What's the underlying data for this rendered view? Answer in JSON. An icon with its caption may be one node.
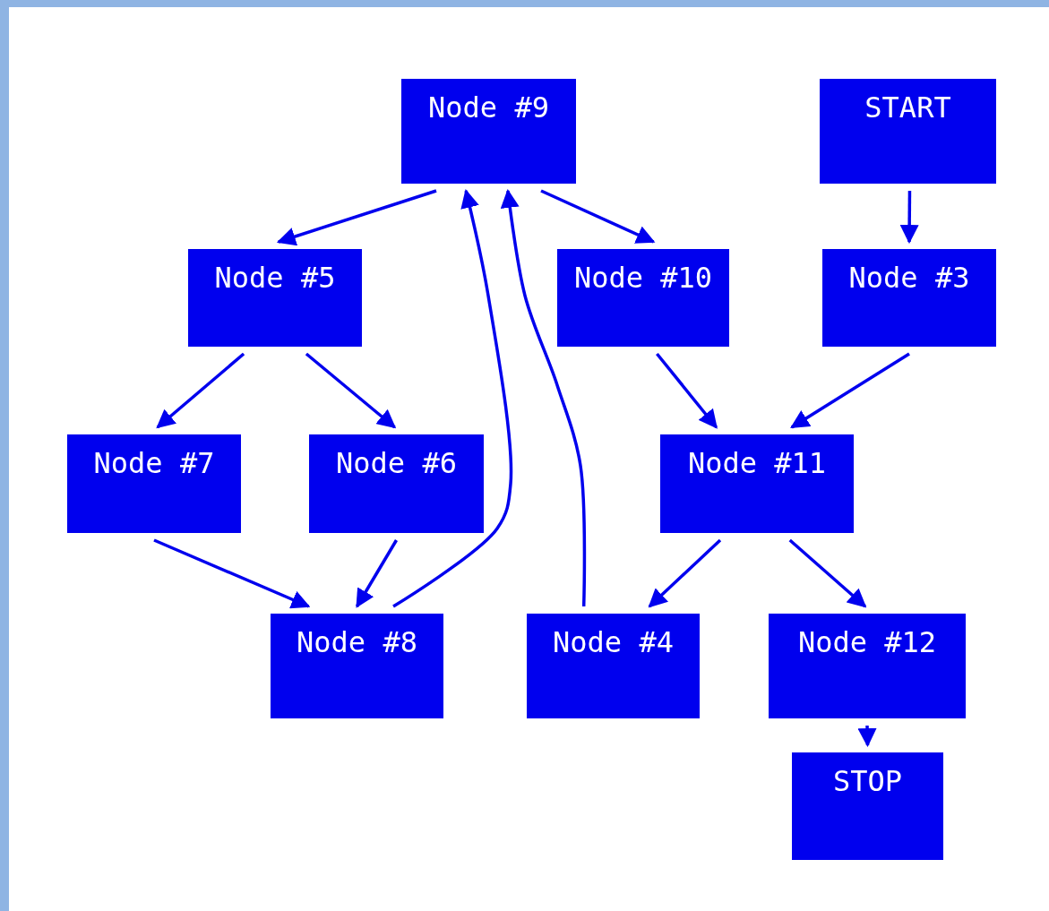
{
  "diagram": {
    "nodes": [
      {
        "text": [
          "Node #9"
        ]
      },
      {
        "text": [
          "START"
        ]
      },
      {
        "text": [
          "Node #5"
        ]
      },
      {
        "text": [
          "Node #10"
        ]
      },
      {
        "text": [
          "Node #3"
        ]
      },
      {
        "text": [
          "Node #7"
        ]
      },
      {
        "text": [
          "Node #6"
        ]
      },
      {
        "text": [
          "Node #11"
        ]
      },
      {
        "text": [
          "Node #8"
        ]
      },
      {
        "text": [
          "Node #4"
        ]
      },
      {
        "text": [
          "Node #12"
        ]
      },
      {
        "text": [
          "STOP"
        ]
      }
    ],
    "edges": [
      {
        "from": 0,
        "to": 2,
        "arrow": "to"
      },
      {
        "from": 0,
        "to": 3,
        "arrow": "to"
      },
      {
        "from": 1,
        "to": 4,
        "arrow": "to"
      },
      {
        "from": 2,
        "to": 5,
        "arrow": "to"
      },
      {
        "from": 2,
        "to": 6,
        "arrow": "to"
      },
      {
        "from": 3,
        "to": 7,
        "arrow": "to"
      },
      {
        "from": 4,
        "to": 7,
        "arrow": "to"
      },
      {
        "from": 5,
        "to": 8,
        "arrow": "to"
      },
      {
        "from": 6,
        "to": 8,
        "arrow": "to"
      },
      {
        "from": 8,
        "to": 0,
        "arrow": "to"
      },
      {
        "from": 9,
        "to": 0,
        "arrow": "to"
      },
      {
        "from": 7,
        "to": 9,
        "arrow": "to"
      },
      {
        "from": 7,
        "to": 10,
        "arrow": "to"
      },
      {
        "from": 10,
        "to": 11,
        "arrow": "to"
      }
    ]
  }
}
